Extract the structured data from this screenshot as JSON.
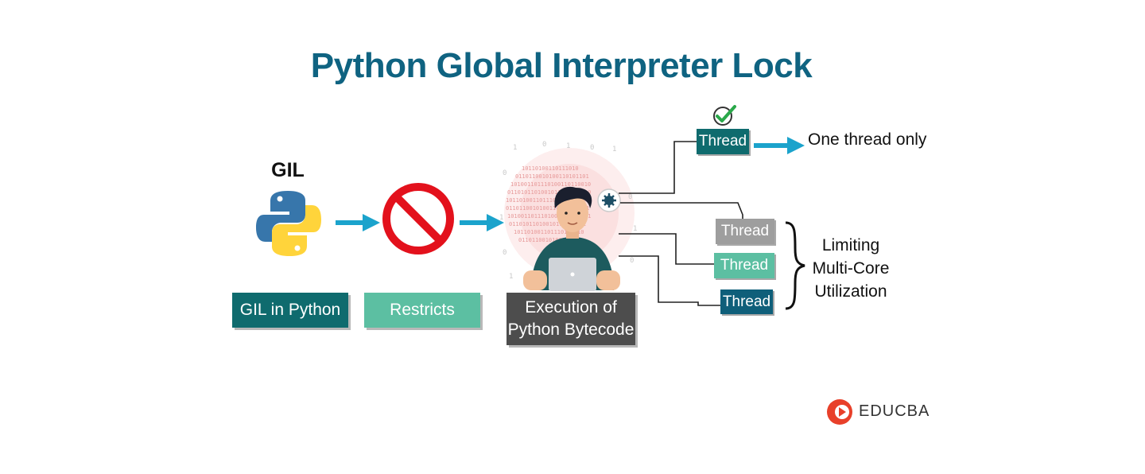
{
  "title": "Python Global Interpreter Lock",
  "gil": {
    "label": "GIL",
    "icon": "python-logo-icon"
  },
  "steps": [
    {
      "label": "GIL in Python",
      "color": "#0f6b6e"
    },
    {
      "label": "Restricts",
      "color": "#5cbfa2"
    },
    {
      "label_line1": "Execution of",
      "label_line2": "Python Bytecode",
      "color": "#4d4d4d"
    }
  ],
  "threads": {
    "top": {
      "label": "Thread",
      "color": "#0f6b6e",
      "result": "One thread only"
    },
    "group": [
      {
        "label": "Thread",
        "color": "#9e9e9e"
      },
      {
        "label": "Thread",
        "color": "#5cbfa2"
      },
      {
        "label": "Thread",
        "color": "#0f5f7a"
      }
    ],
    "group_note": [
      "Limiting",
      "Multi-Core",
      "Utilization"
    ]
  },
  "brand": {
    "name": "EDUCBA",
    "color": "#e8402a"
  },
  "colors": {
    "title": "#0f6381",
    "arrow": "#1ba3cc",
    "forbidden": "#e3111c"
  }
}
